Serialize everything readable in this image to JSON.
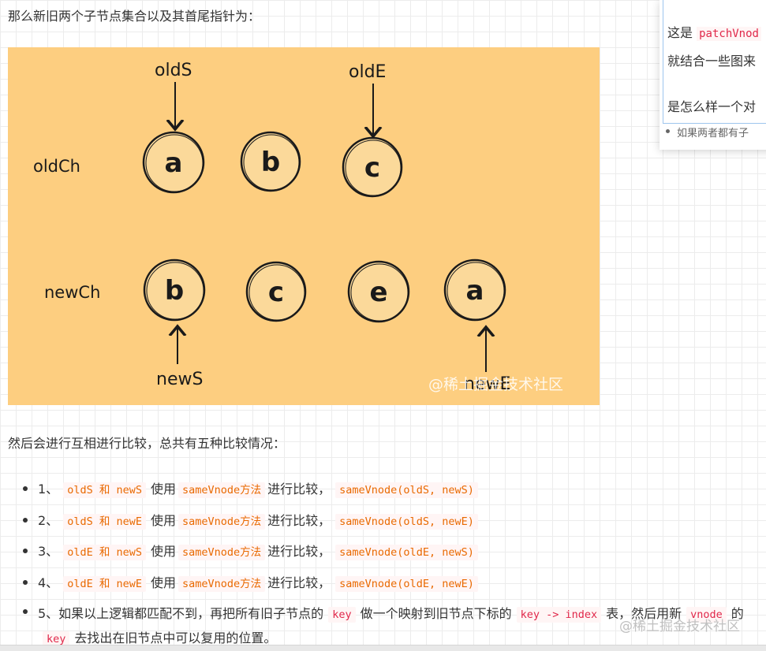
{
  "intro": "那么新旧两个子节点集合以及其首尾指针为：",
  "figure": {
    "old_label": "oldCh",
    "new_label": "newCh",
    "old_nodes": [
      "a",
      "b",
      "c"
    ],
    "new_nodes": [
      "b",
      "c",
      "e",
      "a"
    ],
    "pointer_oldS": "oldS",
    "pointer_oldE": "oldE",
    "pointer_newS": "newS",
    "pointer_newE": "newE",
    "watermark": "@稀土掘金技术社区",
    "colors": {
      "background": "#fdce80",
      "node_fill": "#fbd99a",
      "ink": "#1a1a1a"
    }
  },
  "summary": "然后会进行互相进行比较，总共有五种比较情况：",
  "cases": [
    {
      "num": "1、",
      "pair": "oldS 和 newS",
      "use": "使用",
      "method": "sameVnode方法",
      "compare": "进行比较，",
      "call": "sameVnode(oldS, newS)"
    },
    {
      "num": "2、",
      "pair": "oldS 和 newE",
      "use": "使用",
      "method": "sameVnode方法",
      "compare": "进行比较，",
      "call": "sameVnode(oldS, newE)"
    },
    {
      "num": "3、",
      "pair": "oldE 和 newS",
      "use": "使用",
      "method": "sameVnode方法",
      "compare": "进行比较，",
      "call": "sameVnode(oldE, newS)"
    },
    {
      "num": "4、",
      "pair": "oldE 和 newE",
      "use": "使用",
      "method": "sameVnode方法",
      "compare": "进行比较，",
      "call": "sameVnode(oldE, newE)"
    }
  ],
  "case5": {
    "t1": "5、如果以上逻辑都匹配不到，再把所有旧子节点的",
    "c1": "key",
    "t2": "做一个映射到旧节点下标的",
    "c2": "key -> index",
    "t3": "表，然后用新",
    "c3": "vnode",
    "t4": "的",
    "c4": "key",
    "t5": "去找出在旧节点中可以复用的位置。"
  },
  "popover": {
    "line1_prefix": "这是",
    "line1_code": "patchVnod",
    "line2": "就结合一些图来",
    "line3": "是怎么样一个对",
    "sub_item": "如果两者都有子"
  },
  "watermark2": "@稀土掘金技术社区"
}
